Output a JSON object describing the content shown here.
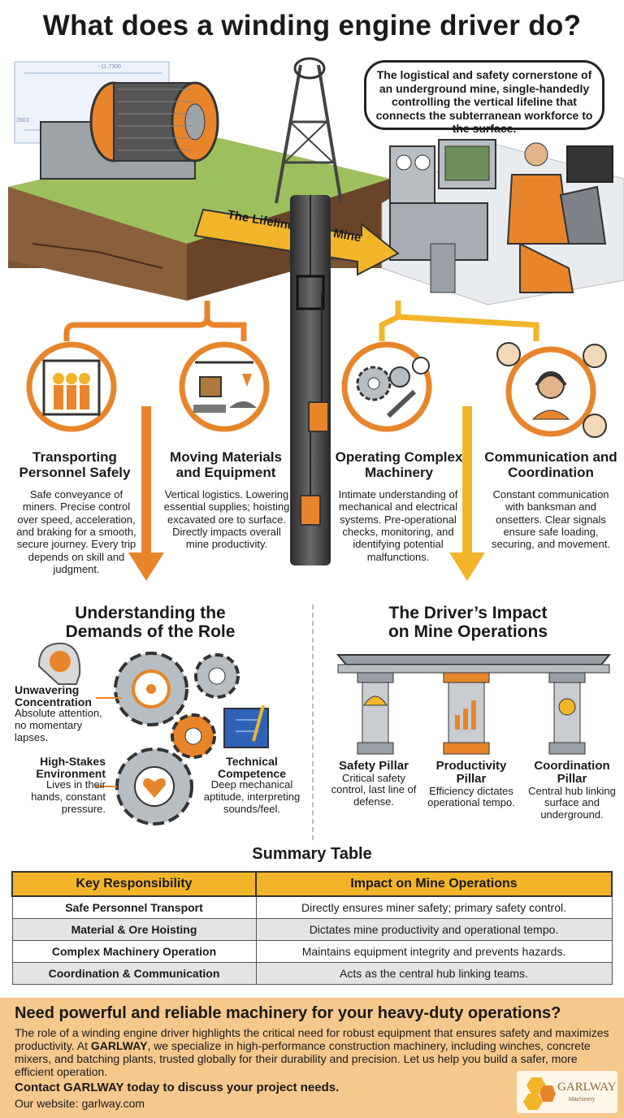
{
  "title": "What does a winding engine driver do?",
  "intro_bubble": "The logistical and safety cornerstone of an underground mine, single-handedly controlling the vertical lifeline that connects the subterranean workforce to the surface.",
  "banner_arrow": "The Lifeline of the Mine",
  "blueprint_dims": {
    "width": "~11.7300",
    "height": "2603"
  },
  "columns": [
    {
      "title": "Transporting Personnel Safely",
      "text": "Safe conveyance of miners. Precise control over speed, acceleration, and braking for a smooth, secure journey. Every trip depends on skill and judgment."
    },
    {
      "title": "Moving Materials and Equipment",
      "text": "Vertical logistics. Lowering essential supplies; hoisting excavated ore to surface. Directly impacts overall mine productivity."
    },
    {
      "title": "Operating Complex Machinery",
      "text": "Intimate understanding of mechanical and electrical systems. Pre-operational checks, monitoring, and identifying potential malfunctions."
    },
    {
      "title": "Communication and Coordination",
      "text": "Constant communication with banksman and onsetters. Clear signals ensure safe loading, securing, and movement."
    }
  ],
  "demands": {
    "title_l1": "Understanding the",
    "title_l2": "Demands of the Role",
    "items": [
      {
        "title": "Unwavering Concentration",
        "text": "Absolute attention, no momentary lapses."
      },
      {
        "title": "High-Stakes Environment",
        "text": "Lives in their hands, constant pressure."
      },
      {
        "title": "Technical Competence",
        "text": "Deep mechanical aptitude, interpreting sounds/feel."
      }
    ]
  },
  "impact": {
    "title_l1": "The Driver’s Impact",
    "title_l2": "on Mine Operations",
    "pillars": [
      {
        "title": "Safety Pillar",
        "text": "Critical safety control, last line of defense."
      },
      {
        "title": "Productivity Pillar",
        "text": "Efficiency dictates operational tempo."
      },
      {
        "title": "Coordination Pillar",
        "text": "Central hub linking surface and underground."
      }
    ]
  },
  "summary": {
    "title": "Summary Table",
    "headers": [
      "Key Responsibility",
      "Impact on Mine Operations"
    ],
    "rows": [
      [
        "Safe Personnel Transport",
        "Directly ensures miner safety; primary safety control."
      ],
      [
        "Material & Ore Hoisting",
        "Dictates mine productivity and operational tempo."
      ],
      [
        "Complex Machinery Operation",
        "Maintains equipment integrity and prevents hazards."
      ],
      [
        "Coordination & Communication",
        "Acts as the central hub linking teams."
      ]
    ]
  },
  "cta": {
    "heading": "Need powerful and reliable machinery for your heavy-duty operations?",
    "p1": "The role of a winding engine driver highlights the critical need for robust equipment that ensures safety and maximizes productivity. At ",
    "brand": "GARLWAY",
    "p2": ", we specialize in high-performance construction machinery, including winches, concrete mixers, and batching plants, trusted globally for their durability and precision. Let us help you build a safer, more efficient operation.",
    "contact": "Contact GARLWAY today to discuss your project needs.",
    "website": "Our website: garlway.com",
    "logo_name": "GARLWAY",
    "logo_sub": "Machinery"
  },
  "colors": {
    "accent_orange": "#e8852a",
    "accent_yellow": "#f2b52a",
    "cta_bg": "#f5c88c",
    "text": "#1a1a1a"
  }
}
